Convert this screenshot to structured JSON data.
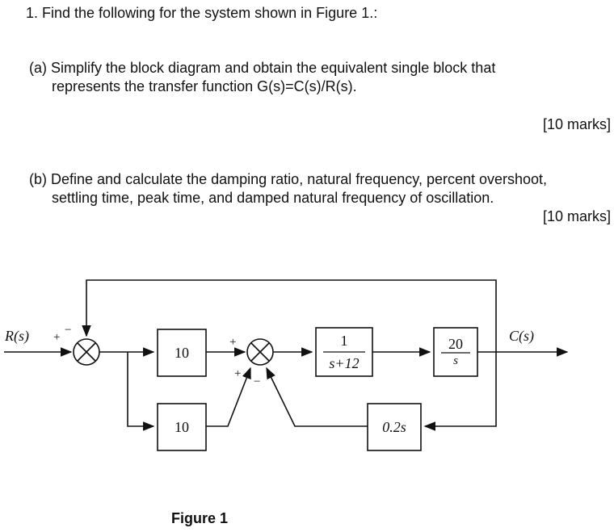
{
  "question": {
    "heading": "1.  Find the following for the system shown in Figure 1.:",
    "part_a_line1": "(a) Simplify the block diagram and obtain the equivalent single block that",
    "part_a_line2": "represents the transfer function G(s)=C(s)/R(s).",
    "part_a_marks": "[10 marks]",
    "part_b_line1": "(b)  Define and calculate the damping ratio, natural frequency, percent overshoot,",
    "part_b_line2": "settling time, peak time, and damped natural frequency of oscillation.",
    "part_b_marks": "[10 marks]"
  },
  "diagram": {
    "input_label": "R(s)",
    "output_label": "C(s)",
    "block_gain_top": "10",
    "block_gain_bottom": "10",
    "block_first_order_num": "1",
    "block_first_order_den": "s+12",
    "block_integrator_num": "20",
    "block_integrator_den": "s",
    "block_feedback": "0.2s",
    "sum1_plus": "+",
    "sum1_minus": "−",
    "sum2_plus_top": "+",
    "sum2_plus_left": "+",
    "sum2_minus": "−"
  },
  "figure_caption": "Figure 1"
}
